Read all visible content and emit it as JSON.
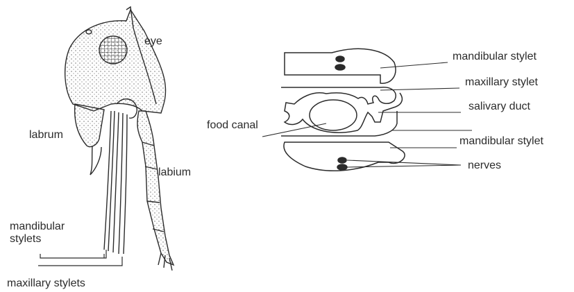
{
  "labels": {
    "eye": "eye",
    "labrum": "labrum",
    "labium": "labium",
    "mandibular_stylets": "mandibular stylets",
    "maxillary_stylets": "maxillary stylets",
    "mandibular_stylet_top": "mandibular stylet",
    "maxillary_stylet": "maxillary stylet",
    "salivary_duct": "salivary duct",
    "food_canal": "food canal",
    "mandibular_stylet_bottom": "mandibular stylet",
    "nerves": "nerves"
  },
  "colors": {
    "ink": "#2b2b2b",
    "background": "#ffffff"
  }
}
